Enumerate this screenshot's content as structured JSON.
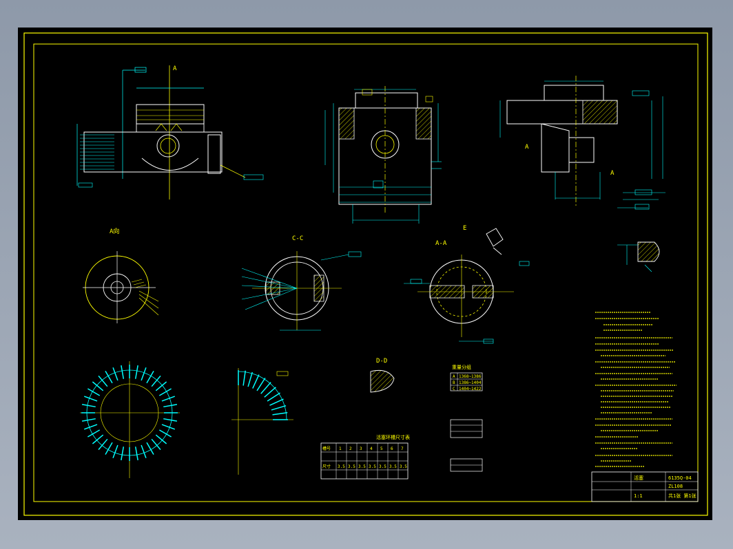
{
  "colors": {
    "background": "#000000",
    "frame": "#ffff00",
    "outline": "#ffffff",
    "dimension": "#00ffff",
    "annotation": "#ffff00",
    "hatch": "#ffff00"
  },
  "view_labels": {
    "top_arrow": "A",
    "left_view": "A向",
    "section_cc": "C-C",
    "section_aa": "A-A",
    "arrow_e": "E",
    "section_dd": "D-D",
    "section_a_left": "A",
    "section_a_right": "A"
  },
  "ring_table": {
    "title": "活塞环槽尺寸表",
    "columns": [
      "1",
      "2",
      "3",
      "4",
      "5",
      "6",
      "7"
    ],
    "rows": [
      {
        "label": "槽号",
        "cells": [
          "1",
          "2",
          "3",
          "4",
          "5",
          "6",
          "7"
        ]
      },
      {
        "label": "尺寸",
        "cells": [
          "3.5",
          "3.5",
          "3.5",
          "3.5",
          "3.5",
          "3.5",
          "3.5"
        ]
      }
    ]
  },
  "small_table": {
    "title": "重量分组",
    "rows": [
      {
        "code": "A",
        "value": "1368~1386"
      },
      {
        "code": "B",
        "value": "1386~1404"
      },
      {
        "code": "C",
        "value": "1404~1422"
      }
    ]
  },
  "title_block": {
    "drawing_name": "活塞",
    "drawing_no": "6135Q-04",
    "material": "ZL108",
    "scale": "1:1",
    "sheet": "共1张 第1张"
  }
}
